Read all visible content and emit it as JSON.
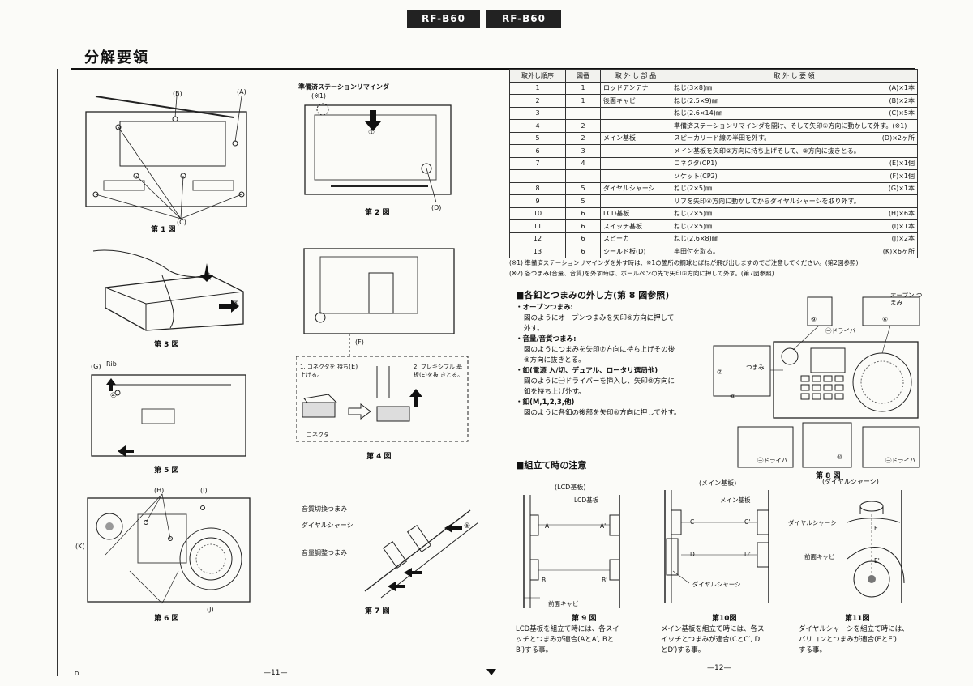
{
  "header": {
    "left_model": "RF-B60",
    "right_model": "RF-B60"
  },
  "title": "分解要領",
  "figures": {
    "f1": {
      "caption": "第 1 図",
      "labels": {
        "a": "(A)",
        "b": "(B)",
        "c": "(C)"
      }
    },
    "f2": {
      "caption": "第 2 図",
      "top_label": "準備済ステーションリマインダ",
      "note": "(※1)",
      "circle1": "①",
      "d": "(D)"
    },
    "f3": {
      "caption": "第 3 図",
      "c2": "②",
      "c3": "③"
    },
    "f4": {
      "caption": "第 4 図",
      "f": "(F)",
      "e": "(E)",
      "step1": "1. コネクタを 持ち上げる。",
      "step2": "2. フレキシブル 基板(E)を抜 きとる。",
      "connector": "コネクタ"
    },
    "f5": {
      "caption": "第 5 図",
      "g": "(G)",
      "rib": "Rib",
      "c4": "④"
    },
    "f6": {
      "caption": "第 6 図",
      "h": "(H)",
      "i": "(I)",
      "k": "(K)",
      "j": "(J)"
    },
    "f7": {
      "caption": "第 7 図",
      "l1": "音質切換つまみ",
      "l2": "ダイヤルシャーシ",
      "l3": "音量調整つまみ",
      "c5": "⑤"
    }
  },
  "table": {
    "headers": [
      "取外し順序",
      "図番",
      "取 外 し 部 品",
      "取 外 し 要 領"
    ],
    "rows": [
      {
        "order": "1",
        "fig": "1",
        "part": "ロッドアンテナ",
        "method": "ねじ(3×8)㎜",
        "result": "(A)×1本"
      },
      {
        "order": "2",
        "fig": "1",
        "part": "後面キャビ",
        "method": "ねじ(2.5×9)㎜",
        "result": "(B)×2本"
      },
      {
        "order": "3",
        "fig": "",
        "part": "",
        "method": "ねじ(2.6×14)㎜",
        "result": "(C)×5本"
      },
      {
        "order": "4",
        "fig": "2",
        "part": "",
        "method": "準備済ステーションリマインダを開け、そして矢印①方向に動かして外す。(※1)",
        "result": ""
      },
      {
        "order": "5",
        "fig": "2",
        "part": "メイン基板",
        "method": "スピーカリード線の半田を外す。",
        "result": "(D)×2ヶ所"
      },
      {
        "order": "6",
        "fig": "3",
        "part": "",
        "method": "メイン基板を矢印②方向に持ち上げそして、③方向に抜きとる。",
        "result": ""
      },
      {
        "order": "7",
        "fig": "4",
        "part": "",
        "method": "コネクタ(CP1)",
        "result": "(E)×1個"
      },
      {
        "order": "",
        "fig": "",
        "part": "",
        "method": "ソケット(CP2)",
        "result": "(F)×1個"
      },
      {
        "order": "8",
        "fig": "5",
        "part": "ダイヤルシャーシ",
        "method": "ねじ(2×5)㎜",
        "result": "(G)×1本"
      },
      {
        "order": "9",
        "fig": "5",
        "part": "",
        "method": "リブを矢印④方向に動かしてからダイヤルシャーシを取り外す。",
        "result": ""
      },
      {
        "order": "10",
        "fig": "6",
        "part": "LCD基板",
        "method": "ねじ(2×5)㎜",
        "result": "(H)×6本"
      },
      {
        "order": "11",
        "fig": "6",
        "part": "スイッチ基板",
        "method": "ねじ(2×5)㎜",
        "result": "(I)×1本"
      },
      {
        "order": "12",
        "fig": "6",
        "part": "スピーカ",
        "method": "ねじ(2.6×8)㎜",
        "result": "(J)×2本"
      },
      {
        "order": "13",
        "fig": "6",
        "part": "シールド板(D)",
        "method": "半田付を取る。",
        "result": "(K)×6ヶ所"
      }
    ]
  },
  "notes": {
    "n1": "(※1) 準備済ステーションリマインダを外す時は、※1の箇所の鋼球とばねが飛び出しますのでご注意してください。(第2図参照)",
    "n2": "(※2) 各つまみ(音量、音質)を外す時は、ボールペンの先で矢印⑤方向に押して外す。(第7図参照)"
  },
  "knobs_section": {
    "title": "■各釦とつまみの外し方(第 8 図参照)",
    "items": [
      {
        "head": "・オープンつまみ:",
        "body1": "図のようにオープンつまみを矢印⑥方向に押して",
        "body2": "外す。"
      },
      {
        "head": "・音量/音質つまみ:",
        "body1": "図のようにつまみを矢印⑦方向に持ち上げその後",
        "body2": "⑧方向に抜きとる。"
      },
      {
        "head": "・釦(電源 入/切、デュアル、ロータリ選局他)",
        "body1": "図のように㊀ドライバーを挿入し、矢印⑨方向に",
        "body2": "釦を持ち上げ外す。"
      },
      {
        "head": "・釦(M,1,2,3,他)",
        "body1": "図のように各釦の後部を矢印⑩方向に押して外す。",
        "body2": ""
      }
    ]
  },
  "f8": {
    "caption": "第 8 図",
    "open_knob": "オープン つまみ",
    "knob": "つまみ",
    "driver": "㊀ドライバ",
    "c6": "⑥",
    "c7": "⑦",
    "c8": "⑧",
    "c9": "⑨",
    "c10": "⑩"
  },
  "assembly": {
    "title": "■組立て時の注意",
    "f9": {
      "title": "(LCD基板)",
      "caption": "第 9 図",
      "lcd": "LCD基板",
      "front": "前面キャビ",
      "a": "A",
      "a2": "A'",
      "b": "B",
      "b2": "B'",
      "text1": "LCD基板を組立て時には、各スイ",
      "text2": "ッチとつまみが適合(AとA′, Bと",
      "text3": "B′)する事。"
    },
    "f10": {
      "title": "(メイン基板)",
      "caption": "第10図",
      "main": "メイン基板",
      "dial": "ダイヤルシャーシ",
      "c": "C",
      "c2": "C'",
      "d": "D",
      "d2": "D'",
      "text1": "メイン基板を組立て時には、各ス",
      "text2": "イッチとつまみが適合(CとC′, D",
      "text3": "とD′)する事。"
    },
    "f11": {
      "title": "(ダイヤルシャーシ)",
      "caption": "第11図",
      "dial": "ダイヤルシャーシ",
      "front": "前面キャビ",
      "e": "E",
      "e2": "E'",
      "text1": "ダイヤルシャーシを組立て時には、",
      "text2": "バリコンとつまみが適合(EとE′)",
      "text3": "する事。"
    }
  },
  "footer": {
    "d_mark": "D",
    "page_left": "—11—",
    "page_right": "—12—"
  }
}
